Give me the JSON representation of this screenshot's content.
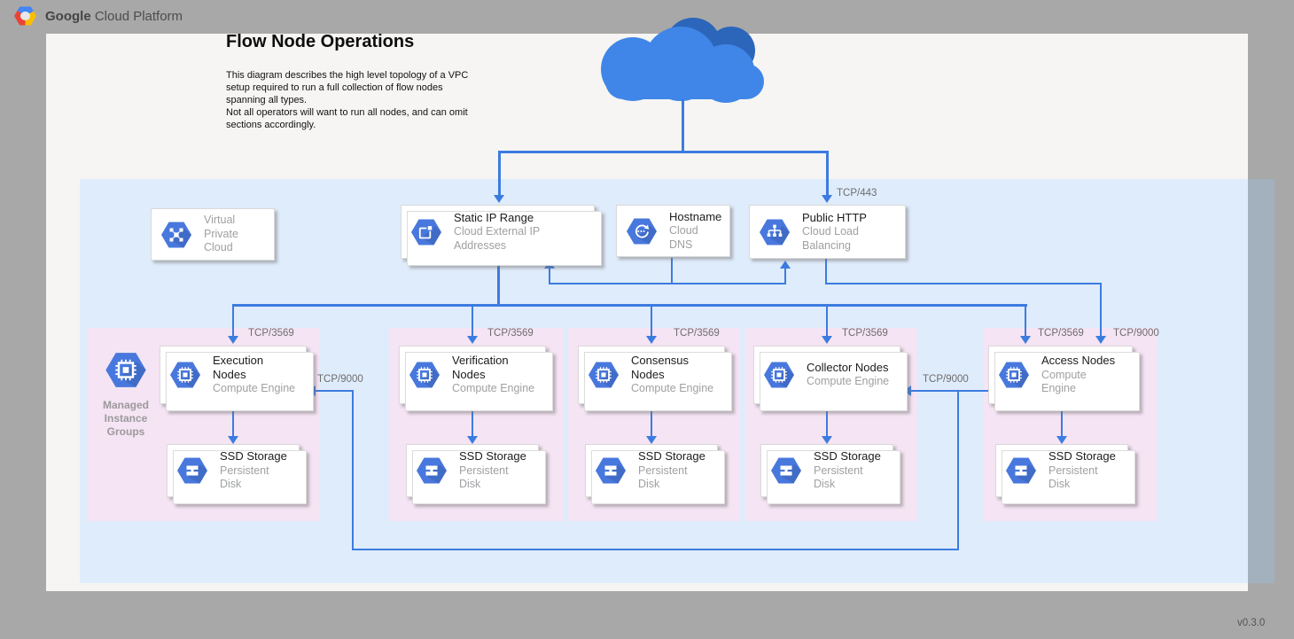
{
  "header": {
    "brand_bold": "Google",
    "brand_rest": "Cloud Platform"
  },
  "title": "Flow Node Operations",
  "description": "This diagram describes the high level topology of a VPC setup required to run a full collection of flow nodes spanning all types.\nNot all operators will want to run all nodes, and can omit sections accordingly.",
  "version": "v0.3.0",
  "vpc_panel": {
    "mig_label": "Managed Instance Groups"
  },
  "services": {
    "vpc": {
      "line1": "Virtual",
      "line2": "Private Cloud"
    },
    "static_ip": {
      "title": "Static IP Range",
      "subtitle": "Cloud External IP Addresses"
    },
    "hostname": {
      "title": "Hostname",
      "subtitle": "Cloud DNS"
    },
    "public_http": {
      "title": "Public HTTP",
      "subtitle": "Cloud Load Balancing"
    }
  },
  "edges": {
    "https_in": "TCP/443",
    "exec_9000": "TCP/9000",
    "coll_9000": "TCP/9000",
    "access_9000": "TCP/9000"
  },
  "node_groups": [
    {
      "title": "Execution Nodes",
      "subtitle": "Compute Engine",
      "port": "TCP/3569",
      "storage_title": "SSD Storage",
      "storage_subtitle": "Persistent Disk"
    },
    {
      "title": "Verification Nodes",
      "subtitle": "Compute Engine",
      "port": "TCP/3569",
      "storage_title": "SSD Storage",
      "storage_subtitle": "Persistent Disk"
    },
    {
      "title": "Consensus Nodes",
      "subtitle": "Compute Engine",
      "port": "TCP/3569",
      "storage_title": "SSD Storage",
      "storage_subtitle": "Persistent Disk"
    },
    {
      "title": "Collector Nodes",
      "subtitle": "Compute Engine",
      "port": "TCP/3569",
      "storage_title": "SSD Storage",
      "storage_subtitle": "Persistent Disk"
    },
    {
      "title": "Access Nodes",
      "subtitle": "Compute Engine",
      "port": "TCP/3569",
      "storage_title": "SSD Storage",
      "storage_subtitle": "Persistent Disk"
    }
  ],
  "colors": {
    "line": "#3c7ce0",
    "hexagon": "#4878dd",
    "cloud": "#3f86e8",
    "cloud_dark": "#2c66ba",
    "vpc_zone": "#dfecfb",
    "node_zone": "#f5e4f4"
  }
}
